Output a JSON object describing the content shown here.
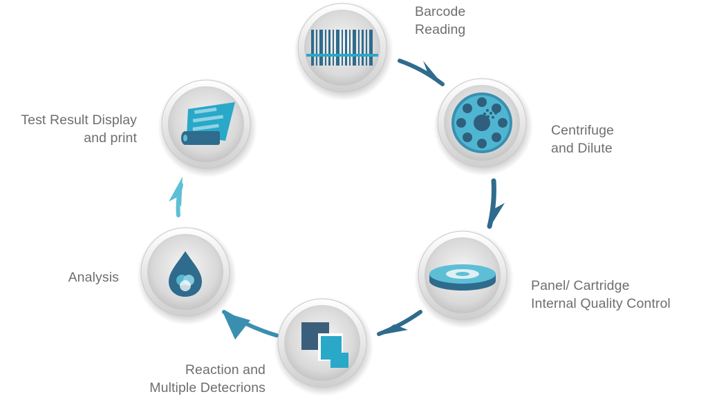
{
  "colors": {
    "dark_blue": "#2f6b8c",
    "navy": "#3a5f7c",
    "cyan": "#29a8c8",
    "light_cyan": "#5dbfd6",
    "label_gray": "#6d6e70"
  },
  "steps": [
    {
      "icon": "barcode-icon",
      "lines": [
        "Barcode",
        "Reading"
      ]
    },
    {
      "icon": "centrifuge-icon",
      "lines": [
        "Centrifuge",
        "and Dilute"
      ]
    },
    {
      "icon": "cartridge-icon",
      "lines": [
        "Panel/ Cartridge",
        "Internal Quality Control"
      ]
    },
    {
      "icon": "detection-icon",
      "lines": [
        "Reaction and",
        "Multiple Detecrions"
      ]
    },
    {
      "icon": "droplet-icon",
      "lines": [
        "Analysis"
      ]
    },
    {
      "icon": "printer-icon",
      "lines": [
        "Test Result Display",
        "and print"
      ]
    }
  ]
}
